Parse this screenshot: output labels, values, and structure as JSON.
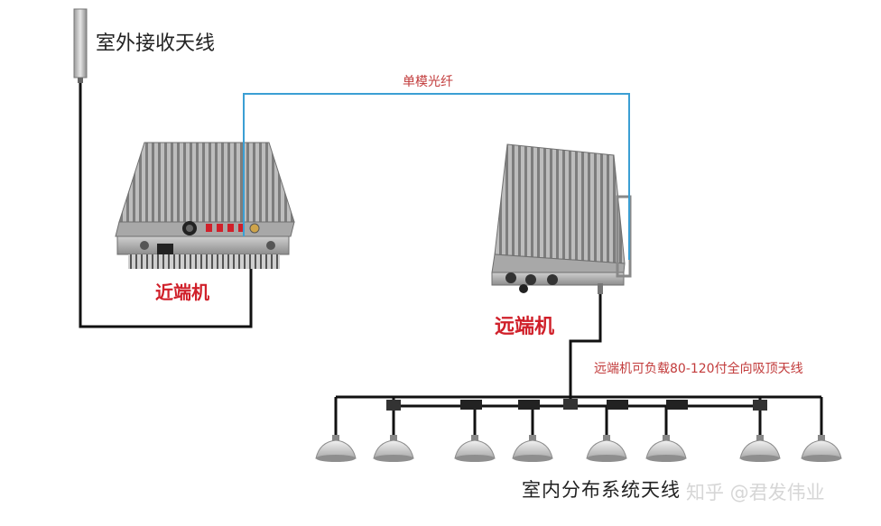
{
  "labels": {
    "outdoor_antenna": "室外接收天线",
    "fiber": "单模光纤",
    "near_unit": "近端机",
    "far_unit": "远端机",
    "capacity_note": "远端机可负载80-120付全向吸顶天线",
    "indoor_system": "室内分布系统天线",
    "watermark": "知乎 @君发伟业"
  },
  "colors": {
    "fiber_line": "#3b9fd4",
    "coax_line": "#111111",
    "label_red": "#d0202a",
    "note_red": "#c23b3b"
  },
  "icons": {
    "outdoor_antenna": "rod-antenna-icon",
    "near_unit": "repeater-box-icon",
    "far_unit": "repeater-box-icon",
    "splitter": "coupler-icon",
    "ceiling_antenna": "ceiling-omni-antenna-icon"
  }
}
